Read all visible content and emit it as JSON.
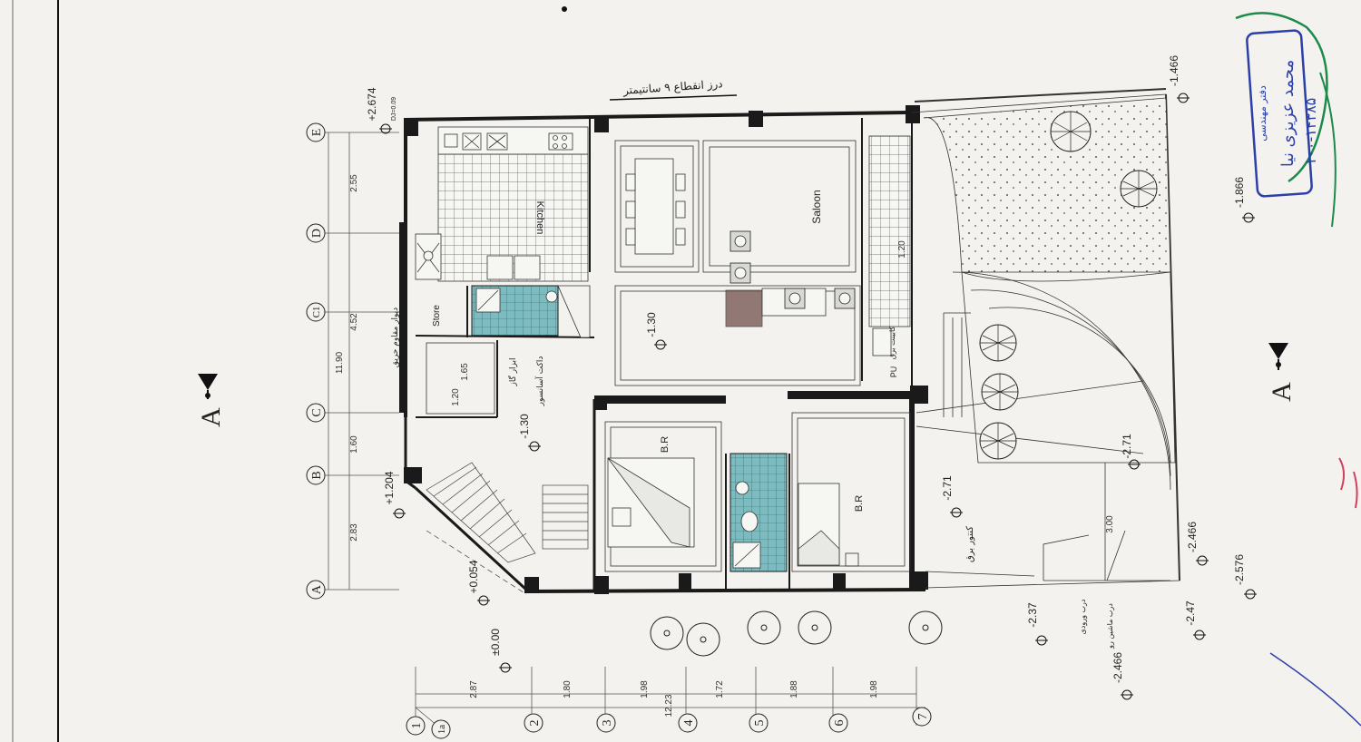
{
  "drawing": {
    "rooms": {
      "kitchen": "Kitchen",
      "saloon": "Saloon",
      "store": "Store",
      "br1": "B.R",
      "br2": "B.R",
      "pu": "PU"
    },
    "grid_letters": [
      "A",
      "B",
      "C",
      "C1",
      "D",
      "E"
    ],
    "grid_numbers": [
      "1",
      "1a",
      "2",
      "3",
      "4",
      "5",
      "6",
      "7"
    ],
    "dims_vertical": [
      "2.83",
      "1.60",
      "4.52",
      "2.55"
    ],
    "dims_vertical_total": "11.90",
    "dims_horizontal": [
      "2.87",
      "1.80",
      "1.98",
      "1.72",
      "1.88",
      "1.98"
    ],
    "dims_horizontal_total": "12.23",
    "inner_dims": [
      "1.65",
      "1.20",
      "1.20",
      "3.00"
    ],
    "levels": {
      "l1": "+2.674",
      "l2": "+1.204",
      "l3": "+0.054",
      "l4": "±0.00",
      "l5": "-1.30",
      "l6": "-1.30",
      "l7": "-2.71",
      "l8": "-2.71",
      "l9": "-2.466",
      "l10": "-2.576",
      "l11": "-2.47",
      "l12": "-2.37",
      "l13": "-2.466",
      "l14": "-1.466",
      "l15": "-1.866"
    },
    "section_mark": "A",
    "farsi": {
      "expansion_joint": "درز انقطاع ۹ سانتیمتر",
      "fire_wall": "دیوار مقاوم حریق",
      "gas_meter": "ابزار گاز",
      "gas_meter2": "داکت آسانسور",
      "electric_meter": "کنتور برق",
      "garbage": "کابینت برق",
      "door_note": "درب ورودی",
      "door_note2": "درب ماشین رو"
    },
    "small_codes": {
      "dj": "DJ=0.09"
    },
    "stamp": {
      "line1": "دفتر مهندسی",
      "line2": "محمد عزیزی نیا",
      "line3": "۱۰۰-۱۴۳۸۵"
    },
    "colors": {
      "wall": "#1a1a1a",
      "tile_wet": "#6fb3b8",
      "grid_line": "#444444",
      "stamp_blue": "#2b3fa8",
      "stamp_green": "#1b8a4a",
      "red_mark": "#d0405a"
    }
  }
}
